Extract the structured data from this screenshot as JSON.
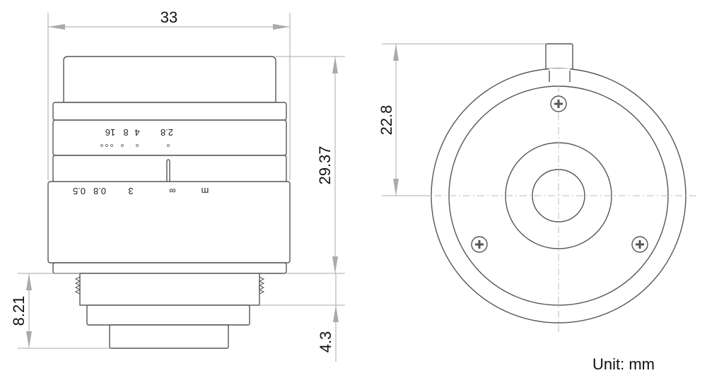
{
  "dimensions": {
    "width": "33",
    "height": "29.37",
    "mount_length": "8.21",
    "flange": "4.3",
    "front_offset": "22.8"
  },
  "aperture_scale": [
    "2.8",
    "4",
    "8",
    "16"
  ],
  "focus_scale": [
    "m",
    "∞",
    "3",
    "0.8",
    "0.5"
  ],
  "unit_label": "Unit: mm"
}
